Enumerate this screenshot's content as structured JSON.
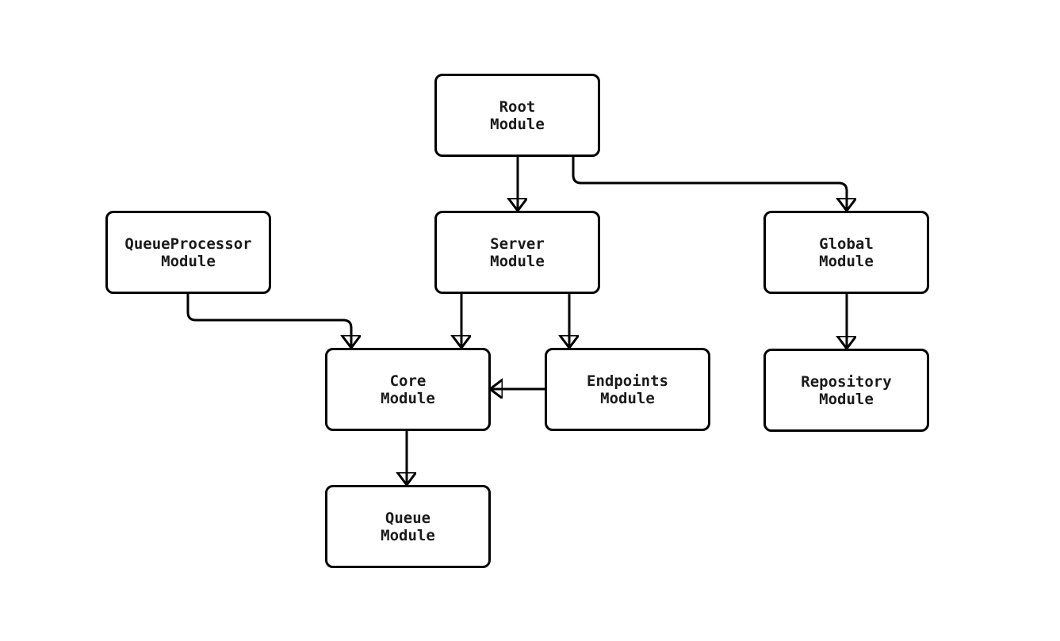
{
  "diagram": {
    "type": "flowchart",
    "background_color": "#ffffff",
    "node_fill_color": "#ffffff",
    "node_border_color": "#000000",
    "edge_color": "#000000",
    "text_color": "#1a1a1a",
    "nodes": [
      {
        "id": "root",
        "label": "Root\nModule"
      },
      {
        "id": "queueprocessor",
        "label": "QueueProcessor\nModule"
      },
      {
        "id": "server",
        "label": "Server\nModule"
      },
      {
        "id": "global",
        "label": "Global\nModule"
      },
      {
        "id": "core",
        "label": "Core\nModule"
      },
      {
        "id": "endpoints",
        "label": "Endpoints\nModule"
      },
      {
        "id": "repository",
        "label": "Repository\nModule"
      },
      {
        "id": "queue",
        "label": "Queue\nModule"
      }
    ],
    "edges": [
      {
        "from": "root",
        "to": "server"
      },
      {
        "from": "root",
        "to": "global"
      },
      {
        "from": "queueprocessor",
        "to": "core"
      },
      {
        "from": "server",
        "to": "core"
      },
      {
        "from": "server",
        "to": "endpoints"
      },
      {
        "from": "endpoints",
        "to": "core"
      },
      {
        "from": "global",
        "to": "repository"
      },
      {
        "from": "core",
        "to": "queue"
      }
    ]
  }
}
